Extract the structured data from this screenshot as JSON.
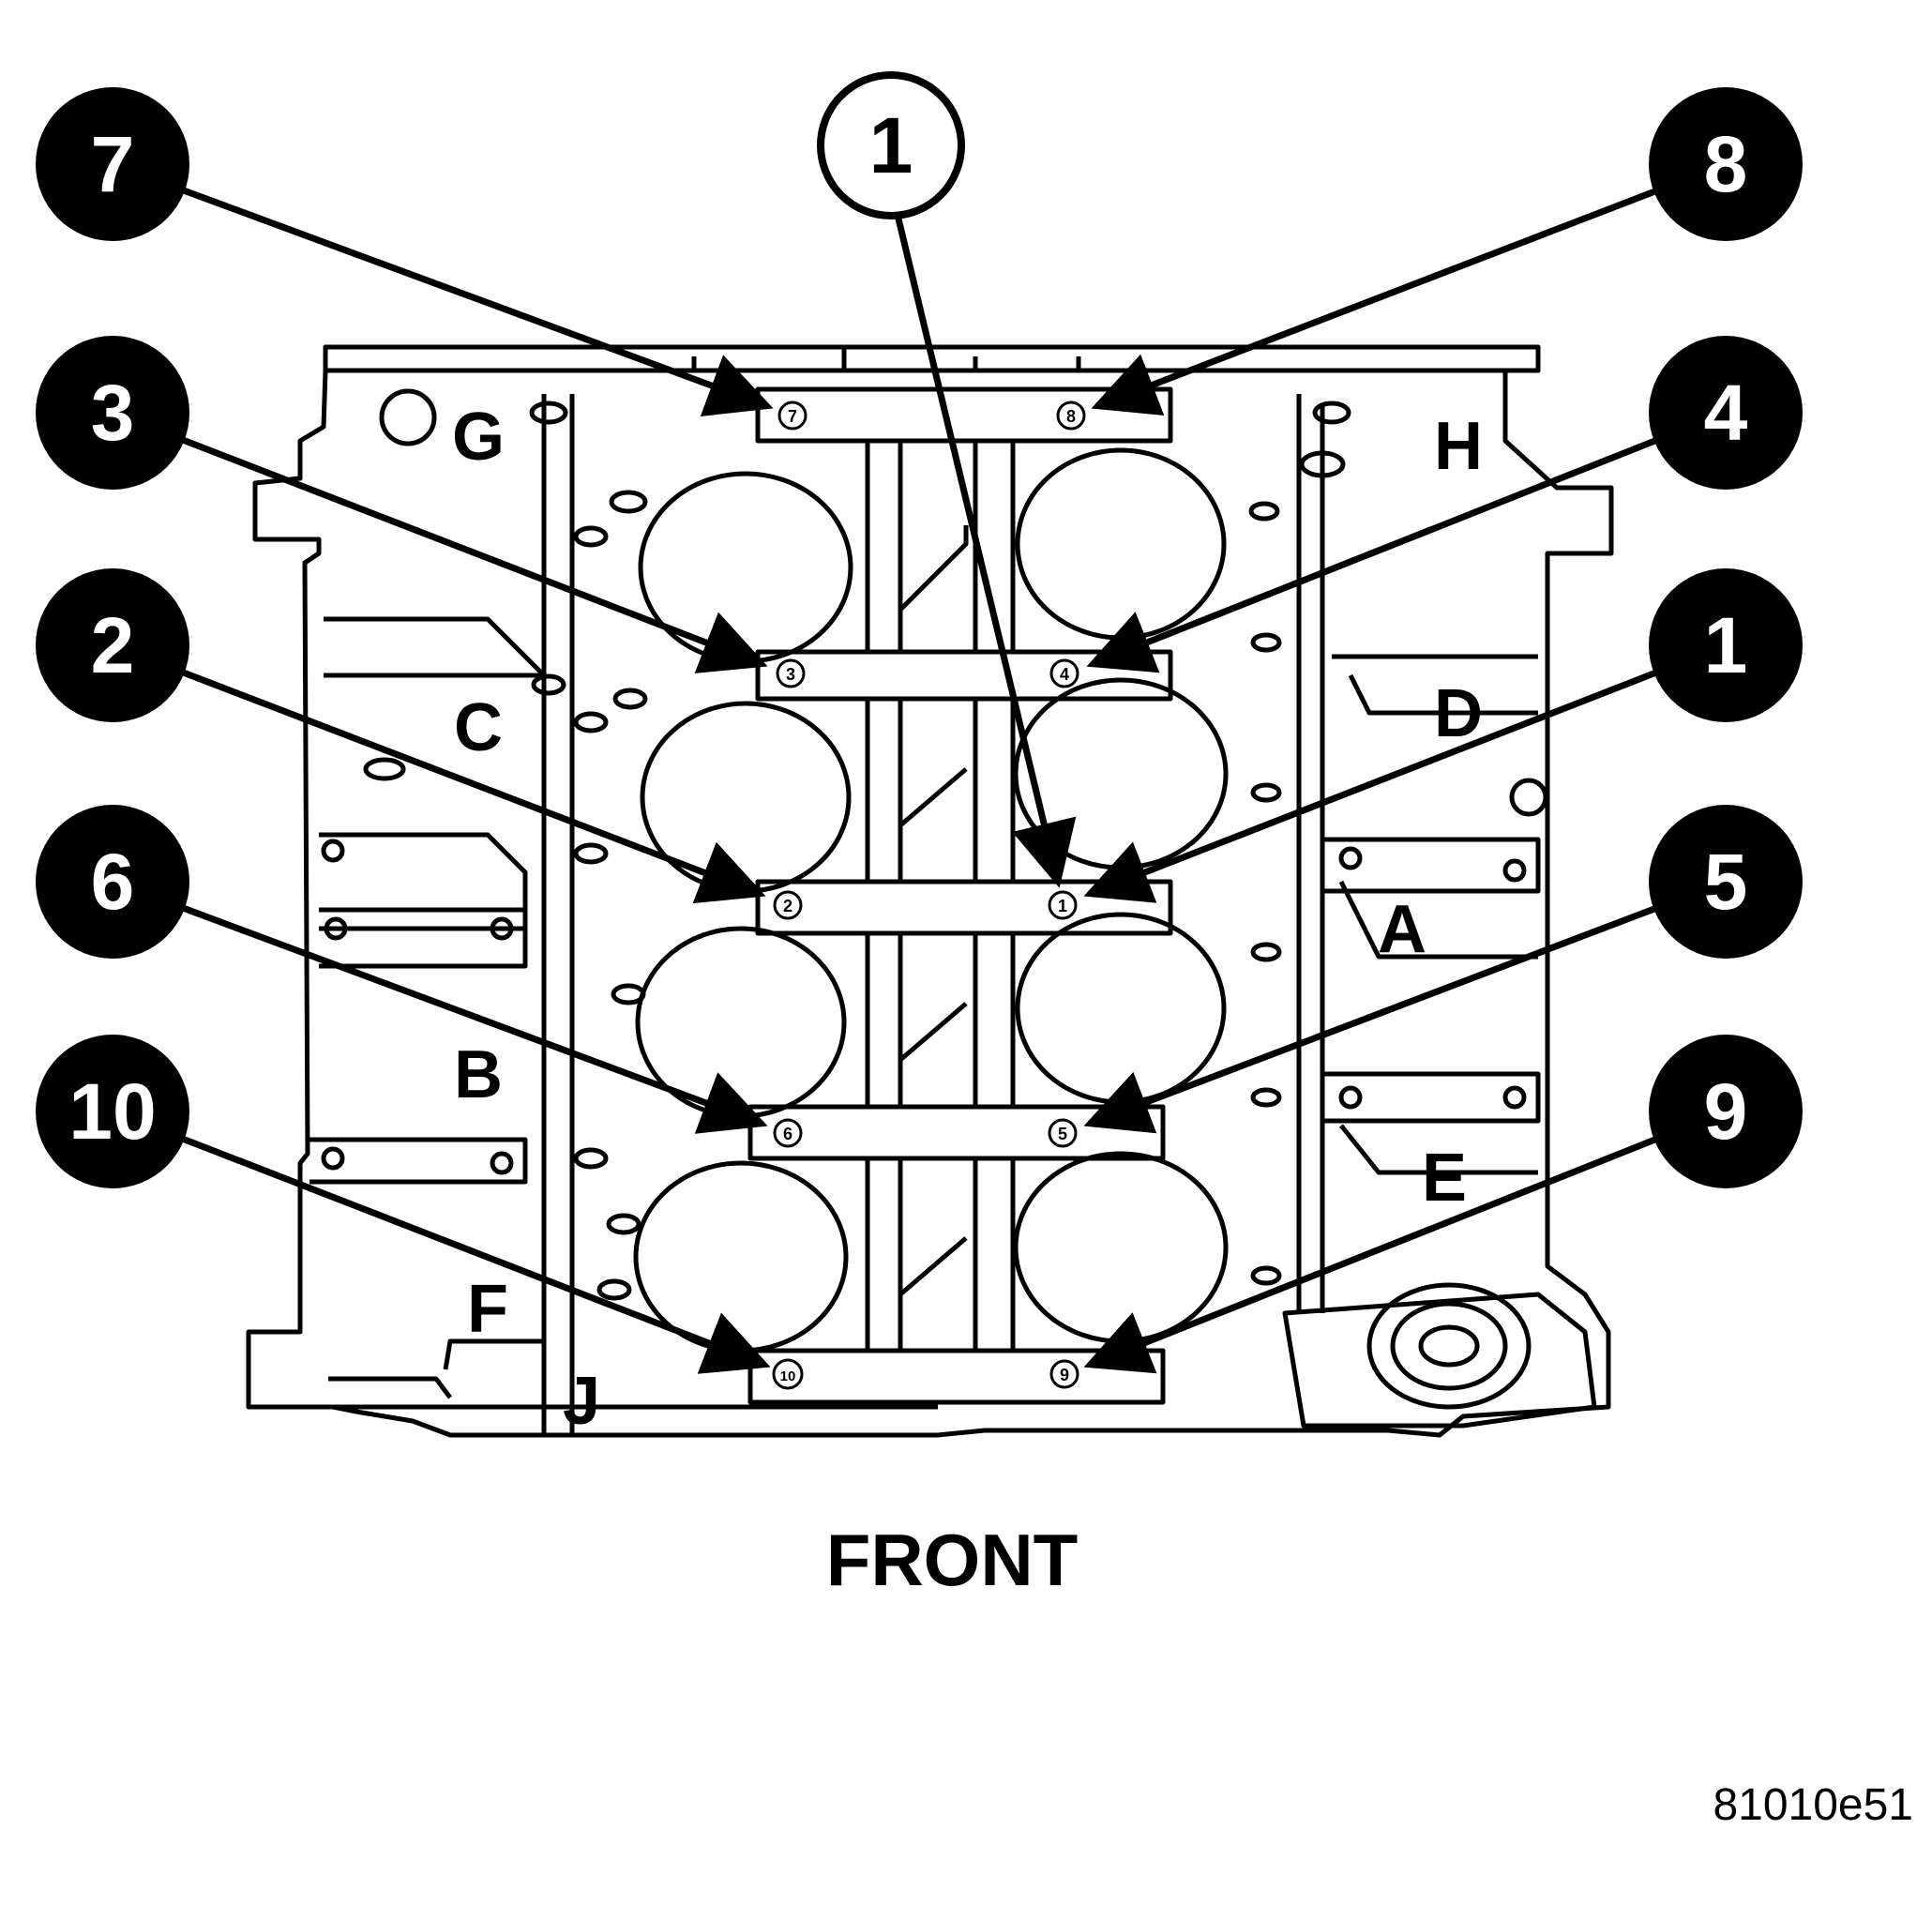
{
  "diagram": {
    "caption": "FRONT",
    "figure_id": "81010e51",
    "callouts_black": [
      "7",
      "3",
      "2",
      "6",
      "10",
      "8",
      "4",
      "1",
      "5",
      "9"
    ],
    "callout_white": "1",
    "zone_letters": [
      "G",
      "H",
      "C",
      "D",
      "A",
      "B",
      "E",
      "F",
      "J"
    ],
    "bolt_numbers": [
      "7",
      "8",
      "3",
      "4",
      "2",
      "1",
      "6",
      "5",
      "10",
      "9"
    ]
  }
}
